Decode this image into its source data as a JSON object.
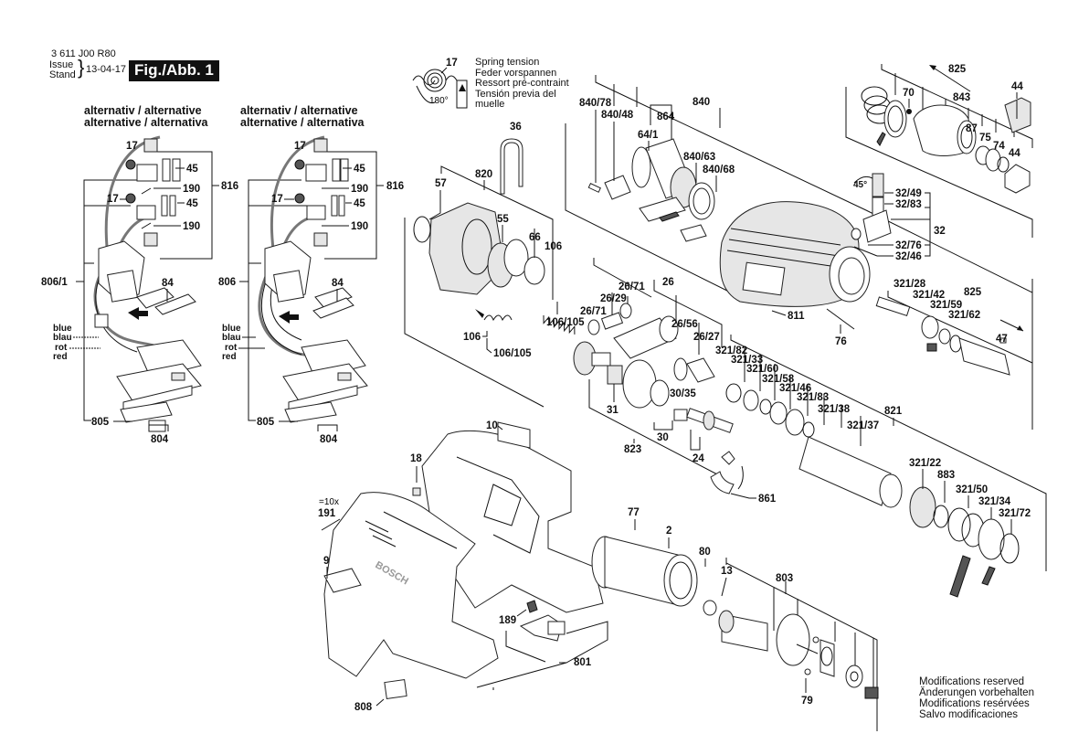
{
  "header": {
    "part_number": "3 611 J00 R80",
    "issue_label_1": "Issue",
    "issue_label_2": "Stand",
    "issue_date": "13-04-17",
    "figure_label": "Fig./Abb. 1"
  },
  "alternative_headings": [
    {
      "line1": "alternativ / alternative",
      "line2": "alternative / alternativa"
    },
    {
      "line1": "alternativ / alternative",
      "line2": "alternative / alternativa"
    }
  ],
  "spring_note": {
    "number": "17",
    "angle": "180°",
    "lines": [
      "Spring tension",
      "Feder vorspannen",
      "Ressort pré-contraint",
      "Tensión previa del",
      "muelle"
    ]
  },
  "wire_colors": {
    "blue_en": "blue",
    "blue_de": "blau",
    "red_de": "rot",
    "red_en": "red"
  },
  "switch_assembly_left": {
    "labels": [
      "17",
      "45",
      "190",
      "17",
      "45",
      "190",
      "816",
      "806/1",
      "84",
      "805",
      "804"
    ]
  },
  "switch_assembly_right": {
    "labels": [
      "17",
      "45",
      "190",
      "17",
      "45",
      "190",
      "816",
      "806",
      "84",
      "805",
      "804"
    ]
  },
  "gear_housing_group": {
    "labels": [
      "36",
      "820",
      "57",
      "55",
      "66",
      "106",
      "106/105",
      "106",
      "106/105"
    ]
  },
  "hammer_housing_group": {
    "labels": [
      "840/78",
      "840/48",
      "864",
      "840",
      "64/1",
      "840/63",
      "840/68",
      "811",
      "76"
    ]
  },
  "tool_holder_group": {
    "labels": [
      "825",
      "843",
      "70",
      "87",
      "75",
      "74",
      "44",
      "44",
      "45°",
      "32/49",
      "32/83",
      "32",
      "32/76",
      "32/46"
    ]
  },
  "piston_group": {
    "labels": [
      "26/71",
      "26/29",
      "26/71",
      "26",
      "26/56",
      "26/27",
      "31",
      "30/35",
      "30",
      "823",
      "24",
      "861"
    ]
  },
  "striker_group": {
    "labels": [
      "321/82",
      "321/33",
      "321/60",
      "321/58",
      "321/46",
      "321/83",
      "321/38",
      "321/37",
      "821",
      "321/28",
      "321/42",
      "321/59",
      "321/62",
      "825",
      "47",
      "321/22",
      "883",
      "321/50",
      "321/34",
      "321/72"
    ]
  },
  "housing_group": {
    "labels": [
      "10",
      "18",
      "=10x",
      "191",
      "9",
      "189",
      "801",
      "808"
    ],
    "brand_text": "BOSCH"
  },
  "motor_group": {
    "labels": [
      "77",
      "2",
      "80",
      "13",
      "803",
      "79"
    ]
  },
  "footer_note": {
    "lines": [
      "Modifications reserved",
      "Änderungen vorbehalten",
      "Modifications resérvées",
      "Salvo modificaciones"
    ]
  }
}
